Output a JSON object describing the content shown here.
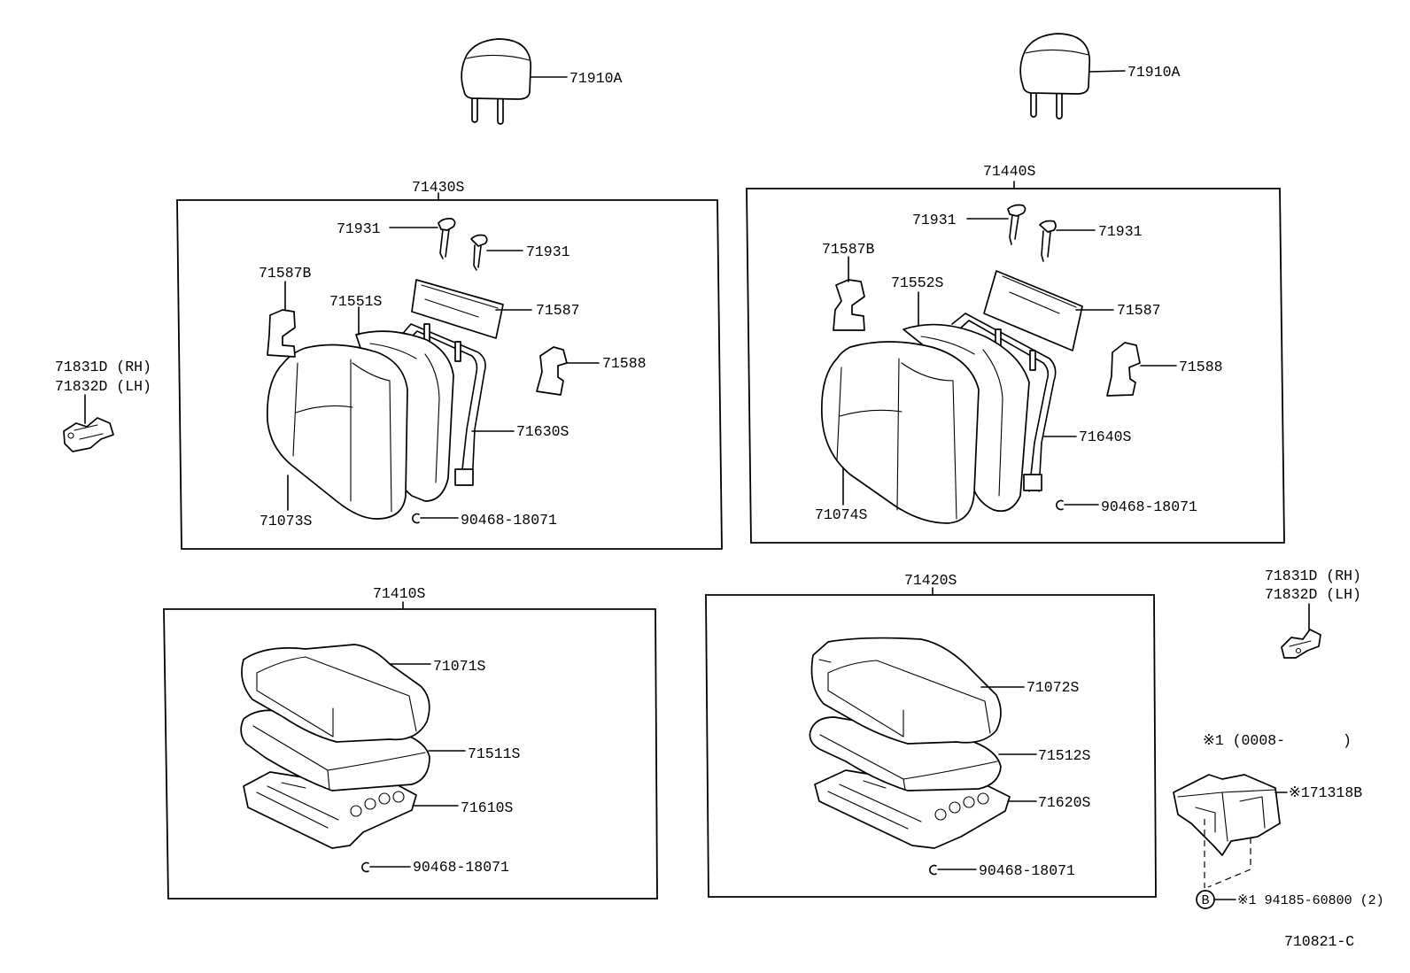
{
  "colors": {
    "stroke": "#000000",
    "background": "#ffffff"
  },
  "diagram_code": "710821-C",
  "headrest_left": {
    "part_no": "71910A"
  },
  "headrest_right": {
    "part_no": "71910A"
  },
  "hinge_cover_left": {
    "rh": "71831D (RH)",
    "lh": "71832D (LH)"
  },
  "hinge_cover_right": {
    "rh": "71831D (RH)",
    "lh": "71832D (LH)"
  },
  "seatback_left": {
    "assembly": "71430S",
    "pin_upper": "71931",
    "pin_lower": "71931",
    "side_cover": "71587B",
    "pad": "71551S",
    "back_board": "71587",
    "side_trim": "71588",
    "frame": "71630S",
    "cover": "71073S",
    "hog_ring": "90468-18071"
  },
  "seatback_right": {
    "assembly": "71440S",
    "pin_upper": "71931",
    "pin_lower": "71931",
    "side_cover": "71587B",
    "pad": "71552S",
    "back_board": "71587",
    "side_trim": "71588",
    "frame": "71640S",
    "cover": "71074S",
    "hog_ring": "90468-18071"
  },
  "cushion_left": {
    "assembly": "71410S",
    "cover": "71071S",
    "pad": "71511S",
    "frame": "71610S",
    "hog_ring": "90468-18071"
  },
  "cushion_right": {
    "assembly": "71420S",
    "cover": "71072S",
    "pad": "71512S",
    "frame": "71620S",
    "hog_ring": "90468-18071"
  },
  "note": {
    "mark": "※1 (0008-",
    "close": ")"
  },
  "bracket": {
    "part_no": "※171318B"
  },
  "screw": {
    "ref_letter": "B",
    "part_no": "※1 94185-60800 (2)"
  }
}
